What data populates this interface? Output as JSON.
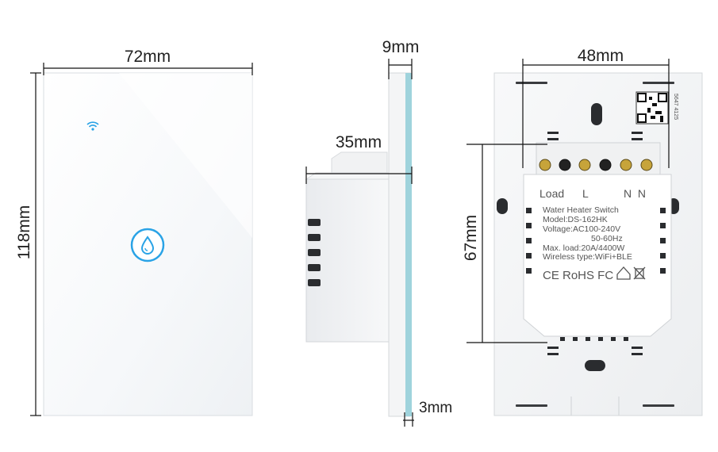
{
  "dimensions": {
    "front_width": "72mm",
    "front_height": "118mm",
    "side_thickness": "9mm",
    "side_depth": "35mm",
    "side_glass": "3mm",
    "back_width": "48mm",
    "back_height": "67mm"
  },
  "label": {
    "terminal_load": "Load",
    "terminal_l": "L",
    "terminal_n": "N  N",
    "title": "Water Heater Switch",
    "model": "Model:DS-162HK",
    "voltage": "Voltage:AC100-240V",
    "frequency": "50-60Hz",
    "max_load": "Max. load:20A/4400W",
    "wireless": "Wireless type:WiFi+BLE",
    "certifications": "CE RoHS FC",
    "qr_code": "5647 4125"
  },
  "icons": {
    "wifi": "wifi-icon",
    "water_drop": "water-drop-icon",
    "home": "home-icon",
    "weee_bin": "crossed-bin-icon"
  },
  "colors": {
    "accent_blue": "#2aa3e6",
    "glass_edge": "#9fd3dc",
    "dim_line": "#111111"
  }
}
